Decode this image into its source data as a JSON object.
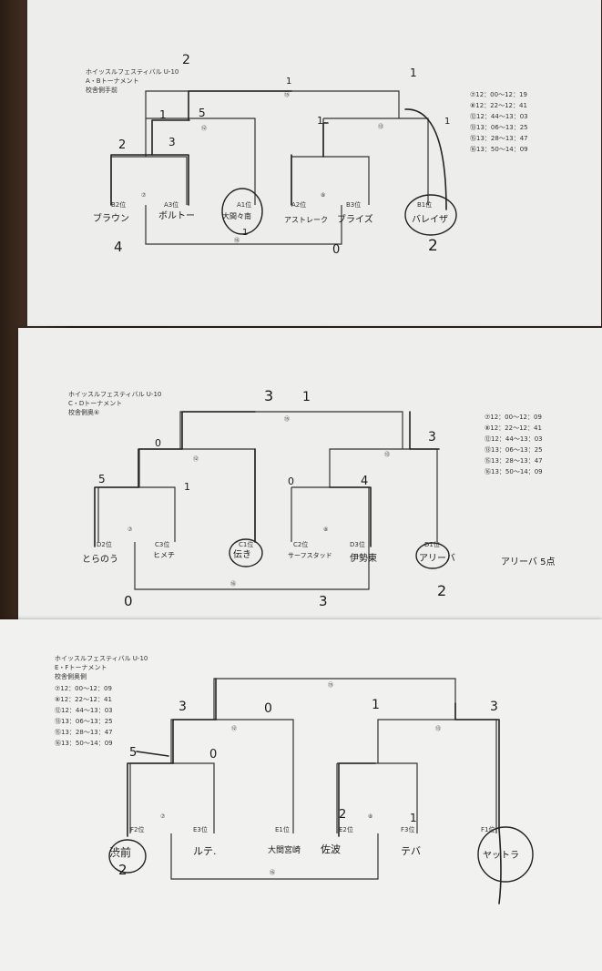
{
  "brackets": [
    {
      "title": "ホイッスルフェスティバル U-10",
      "subtitle": "A・Bトーナメント",
      "venue": "校舎側手前",
      "schedule": [
        "⑦12：00～12：19",
        "⑧12：22～12：41",
        "⑫12：44～13：03",
        "⑬13：06～13：25",
        "⑮13：28～13：47",
        "⑯13：50～14：09"
      ],
      "teams": [
        {
          "seed": "B2位",
          "name": "ブラウン"
        },
        {
          "seed": "A3位",
          "name": "ボルトー"
        },
        {
          "seed": "A1位",
          "name": "大間々南"
        },
        {
          "seed": "A2位",
          "name": "アストレーク"
        },
        {
          "seed": "B3位",
          "name": "ブライズ"
        },
        {
          "seed": "B1位",
          "name": "バレイザ"
        }
      ],
      "match_numbers": [
        "⑦",
        "⑧",
        "⑫",
        "⑬",
        "⑮",
        "⑯"
      ],
      "scores": [
        "2",
        "1",
        "5",
        "2",
        "3",
        "1",
        "1",
        "1",
        "1",
        "1",
        "4",
        "0",
        "2"
      ]
    },
    {
      "title": "ホイッスルフェスティバル U-10",
      "subtitle": "C・Dトーナメント",
      "venue": "校舎側奥⑥",
      "schedule": [
        "⑦12：00～12：09",
        "⑧12：22～12：41",
        "⑫12：44～13：03",
        "⑬13：06～13：25",
        "⑮13：28～13：47",
        "⑯13：50～14：09"
      ],
      "teams": [
        {
          "seed": "D2位",
          "name": "とらのう"
        },
        {
          "seed": "C3位",
          "name": "ヒメチ"
        },
        {
          "seed": "C1位",
          "name": "伝き"
        },
        {
          "seed": "C2位",
          "name": "サーフスタッド"
        },
        {
          "seed": "D3位",
          "name": "伊勢東"
        },
        {
          "seed": "D1位",
          "name": "アリーバ"
        }
      ],
      "match_numbers": [
        "⑦",
        "⑧",
        "⑫",
        "⑬",
        "⑮",
        "⑯"
      ],
      "scores": [
        "3",
        "1",
        "0",
        "3",
        "5",
        "1",
        "0",
        "4",
        "0",
        "3",
        "2"
      ],
      "note": "アリーバ 5点"
    },
    {
      "title": "ホイッスルフェスティバル U-10",
      "subtitle": "E・Fトーナメント",
      "venue": "校舎側奥側",
      "schedule": [
        "⑦12：00～12：09",
        "⑧12：22～12：41",
        "⑫12：44～13：03",
        "⑬13：06～13：25",
        "⑮13：28～13：47",
        "⑯13：50～14：09"
      ],
      "teams": [
        {
          "seed": "F2位",
          "name": "渋前"
        },
        {
          "seed": "E3位",
          "name": "ルテ."
        },
        {
          "seed": "E1位",
          "name": "大間宮崎"
        },
        {
          "seed": "E2位",
          "name": "佐波"
        },
        {
          "seed": "F3位",
          "name": "テバ"
        },
        {
          "seed": "F1位",
          "name": "ヤットラ"
        }
      ],
      "match_numbers": [
        "⑦",
        "⑧",
        "⑫",
        "⑬",
        "⑮",
        "⑯"
      ],
      "scores": [
        "3",
        "0",
        "1",
        "3",
        "5",
        "0",
        "2",
        "1",
        "2"
      ]
    }
  ]
}
